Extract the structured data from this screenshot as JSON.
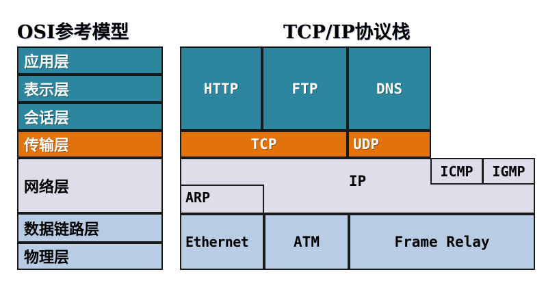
{
  "titles": {
    "osi": "OSI参考模型",
    "tcpip": "TCP/IP协议栈"
  },
  "colors": {
    "teal": "#2D86A0",
    "orange": "#E2720C",
    "lavender": "#E0DCEA",
    "light_blue": "#B8CCE4",
    "border": "#1A1A1A",
    "text_light": "#FFFFFF",
    "text_dark": "#000000",
    "background": "#FFFFFF"
  },
  "osi_model": {
    "layers": [
      {
        "label": "应用层",
        "color": "#2D86A0"
      },
      {
        "label": "表示层",
        "color": "#2D86A0"
      },
      {
        "label": "会话层",
        "color": "#2D86A0"
      },
      {
        "label": "传输层",
        "color": "#E2720C"
      },
      {
        "label": "网络层",
        "color": "#E0DCEA"
      },
      {
        "label": "数据链路层",
        "color": "#B8CCE4"
      },
      {
        "label": "物理层",
        "color": "#B8CCE4"
      }
    ]
  },
  "tcpip_stack": {
    "application": [
      {
        "label": "HTTP"
      },
      {
        "label": "FTP"
      },
      {
        "label": "DNS"
      }
    ],
    "transport": [
      {
        "label": "TCP"
      },
      {
        "label": "UDP"
      }
    ],
    "network": [
      {
        "label": "IP"
      },
      {
        "label": "ICMP"
      },
      {
        "label": "IGMP"
      },
      {
        "label": "ARP"
      }
    ],
    "link": [
      {
        "label": "Ethernet"
      },
      {
        "label": "ATM"
      },
      {
        "label": "Frame Relay"
      }
    ]
  }
}
